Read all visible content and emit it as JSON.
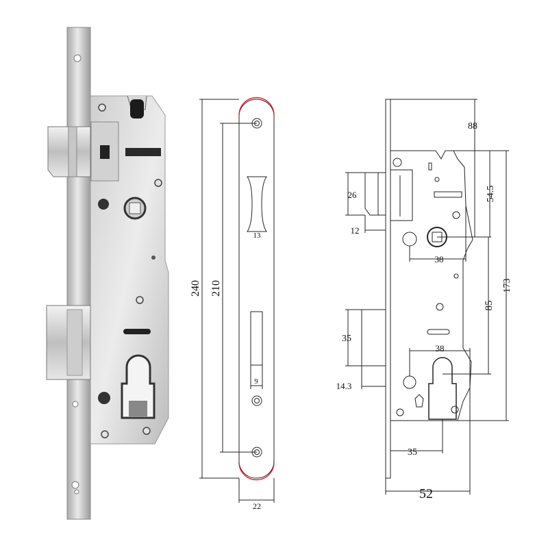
{
  "front_view": {
    "overall_height": "240",
    "screw_spacing": "210",
    "latch_window_width": "13",
    "deadbolt_window_width": "9",
    "faceplate_width": "22"
  },
  "side_view": {
    "top_to_follower": "88",
    "top_to_follower_alt": "54.5",
    "latch_height": "26",
    "latch_projection": "12",
    "follower_offset": "38",
    "follower_to_cylinder": "85",
    "case_height": "173",
    "deadbolt_height": "35",
    "deadbolt_projection": "14.3",
    "cylinder_offset": "38",
    "backset": "35",
    "case_depth": "52"
  },
  "colors": {
    "steel_light": "#dcdcdc",
    "steel_dark": "#8e8e8e",
    "line": "#222222",
    "rounded_end_highlight": "#e0202a"
  }
}
